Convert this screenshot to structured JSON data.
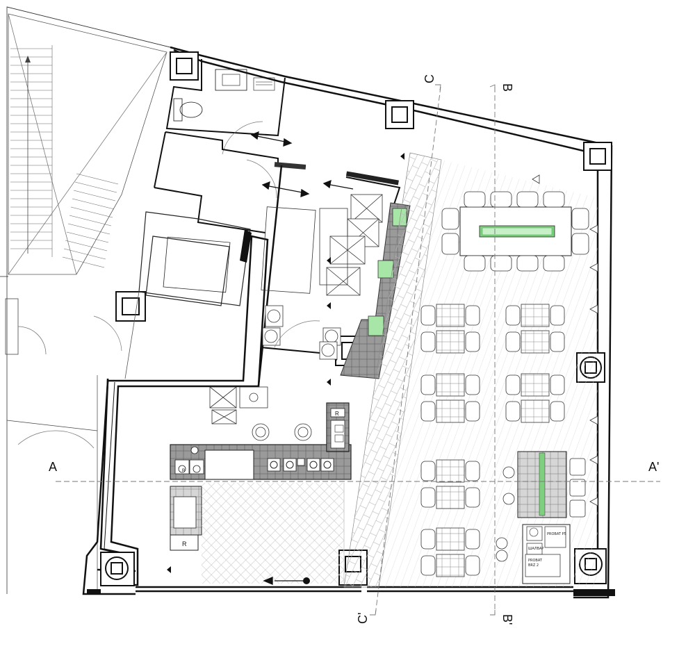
{
  "section_markers": {
    "a_left": "A",
    "a_right": "A'",
    "b_top": "B",
    "b_bottom": "B'",
    "c_top": "C",
    "c_bottom": "C'"
  },
  "equipment": {
    "fridge_bar": "R",
    "fridge_back": "R",
    "fridge_under": "R",
    "roaster_1": "PROBAT P5",
    "roaster_2a": "PROBAT",
    "roaster_2b": "BRZ 2",
    "scale": "ШАЛВАР"
  },
  "colors": {
    "line": "#111111",
    "hatch": "#8a8a8a",
    "accent_green": "#7ed07e",
    "grid_fill": "#cfcfcf",
    "marker_line": "#777777"
  }
}
